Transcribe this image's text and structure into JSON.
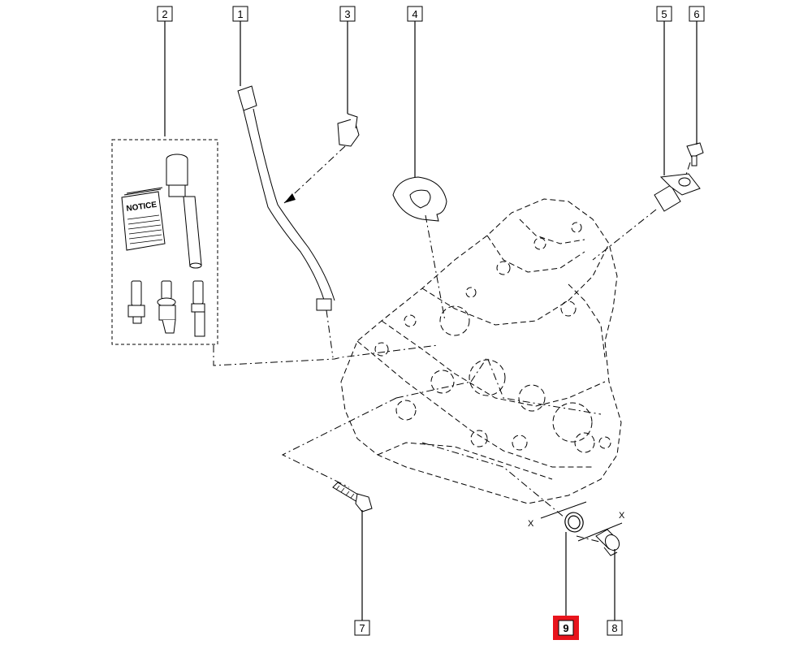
{
  "diagram": {
    "notice_label": "NOTICE",
    "x_mark": "X",
    "highlight_color": "#e8141c",
    "callouts": [
      {
        "id": "c1",
        "label": "1",
        "highlighted": false
      },
      {
        "id": "c2",
        "label": "2",
        "highlighted": false
      },
      {
        "id": "c3",
        "label": "3",
        "highlighted": false
      },
      {
        "id": "c4",
        "label": "4",
        "highlighted": false
      },
      {
        "id": "c5",
        "label": "5",
        "highlighted": false
      },
      {
        "id": "c6",
        "label": "6",
        "highlighted": false
      },
      {
        "id": "c7",
        "label": "7",
        "highlighted": false
      },
      {
        "id": "c8",
        "label": "8",
        "highlighted": false
      },
      {
        "id": "c9",
        "label": "9",
        "highlighted": true
      }
    ]
  }
}
